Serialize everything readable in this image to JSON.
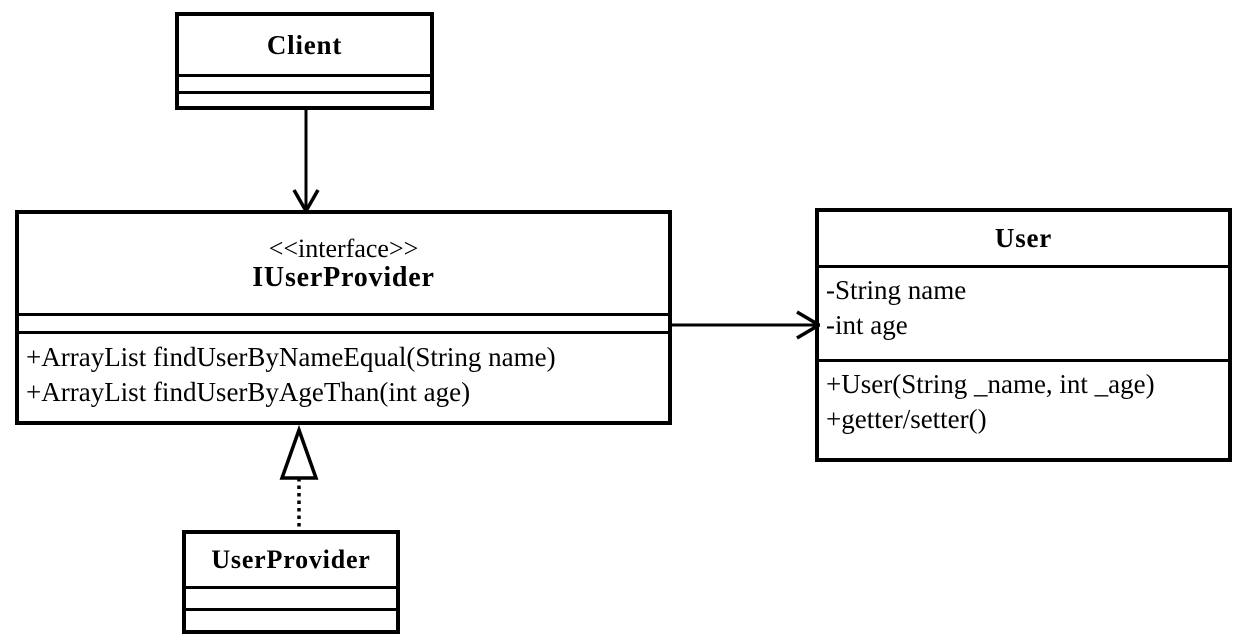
{
  "diagram": {
    "type": "uml-class-diagram",
    "background_color": "#ffffff",
    "line_color": "#000000",
    "classes": [
      {
        "id": "client",
        "name": "Client",
        "stereotype": "",
        "attributes": [],
        "methods": []
      },
      {
        "id": "iuserprovider",
        "name": "IUserProvider",
        "stereotype": "<<interface>>",
        "attributes": [],
        "methods": [
          "+ArrayList findUserByNameEqual(String name)",
          "+ArrayList findUserByAgeThan(int age)"
        ]
      },
      {
        "id": "user",
        "name": "User",
        "stereotype": "",
        "attributes": [
          "-String name",
          "-int age"
        ],
        "methods": [
          "+User(String _name, int _age)",
          "+getter/setter()"
        ]
      },
      {
        "id": "userprovider",
        "name": "UserProvider",
        "stereotype": "",
        "attributes": [],
        "methods": []
      }
    ],
    "relationships": [
      {
        "id": "assoc-client-interface",
        "from": "client",
        "to": "iuserprovider",
        "kind": "association",
        "line_style": "solid",
        "arrowhead": "open",
        "direction": "down"
      },
      {
        "id": "assoc-interface-user",
        "from": "iuserprovider",
        "to": "user",
        "kind": "association",
        "line_style": "solid",
        "arrowhead": "open",
        "direction": "right"
      },
      {
        "id": "realization-userprovider",
        "from": "userprovider",
        "to": "iuserprovider",
        "kind": "realization",
        "line_style": "dotted",
        "arrowhead": "hollow-triangle",
        "direction": "up"
      }
    ]
  }
}
